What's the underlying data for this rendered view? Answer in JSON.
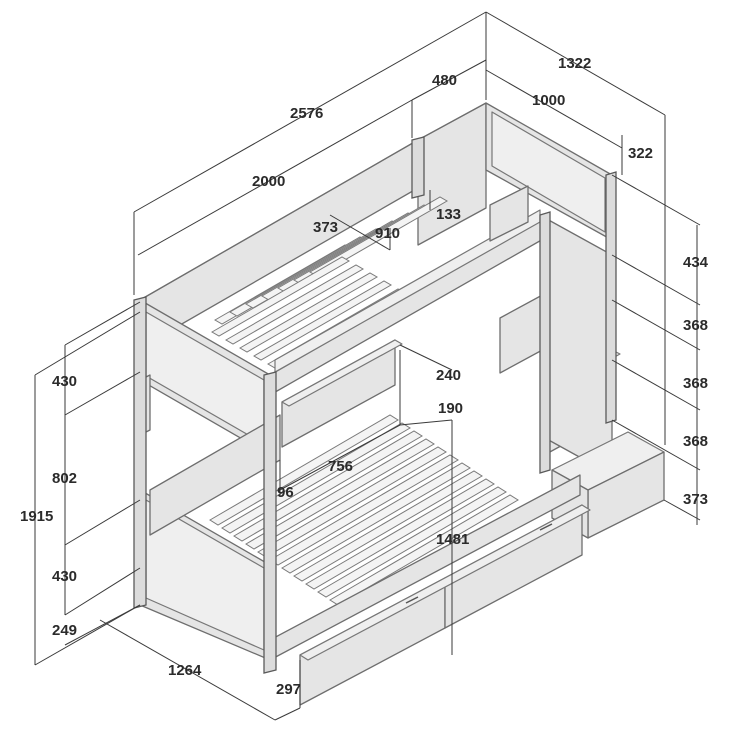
{
  "colors": {
    "panel": "#e5e5e5",
    "line": "#6e6e6e",
    "dimension": "#3a3a3a"
  },
  "dimensions": {
    "total_length": "2576",
    "depth_top_extra": "480",
    "total_width": "1322",
    "bed_length": "2000",
    "upper_width": "1000",
    "top_offset": "322",
    "guard_gap": "373",
    "ladder_offset": "910",
    "rail_gap": "133",
    "step_1": "434",
    "step_2": "368",
    "step_3": "368",
    "step_4": "368",
    "step_base": "373",
    "upper_panel": "430",
    "mid_gap": "802",
    "lower_panel": "430",
    "total_height": "1915",
    "floor_gap": "249",
    "lower_depth": "1264",
    "drawer_height": "297",
    "lower_inner": "1481",
    "shelf_depth": "240",
    "shelf_offset": "190",
    "shelf_width": "756",
    "shelf_height": "96"
  }
}
